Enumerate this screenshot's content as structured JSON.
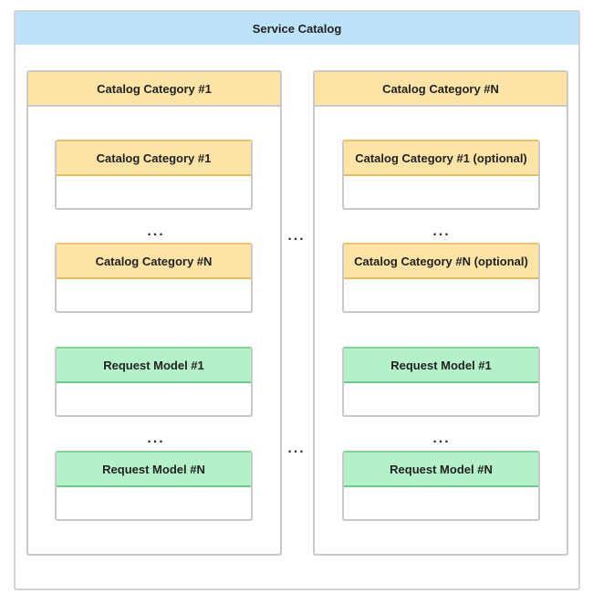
{
  "diagram": {
    "title": "Service Catalog",
    "ellipsis": "...",
    "columns": [
      {
        "header": "Catalog Category #1",
        "cards": [
          {
            "label": "Catalog Category #1",
            "color": "#fbe4a6"
          },
          {
            "label": "Catalog Category #N",
            "color": "#fbe4a6"
          },
          {
            "label": "Request Model #1",
            "color": "#b4f0c8"
          },
          {
            "label": "Request Model #N",
            "color": "#b4f0c8"
          }
        ]
      },
      {
        "header": "Catalog Category #N",
        "cards": [
          {
            "label": "Catalog Category #1 (optional)",
            "color": "#fbe4a6"
          },
          {
            "label": "Catalog Category #N (optional)",
            "color": "#fbe4a6"
          },
          {
            "label": "Request Model #1",
            "color": "#b4f0c8"
          },
          {
            "label": "Request Model #N",
            "color": "#b4f0c8"
          }
        ]
      }
    ],
    "colors": {
      "title_bar": "#bde3fb",
      "category": "#fbe4a6",
      "request_model": "#b4f0c8",
      "border": "#c9c9c9"
    }
  }
}
